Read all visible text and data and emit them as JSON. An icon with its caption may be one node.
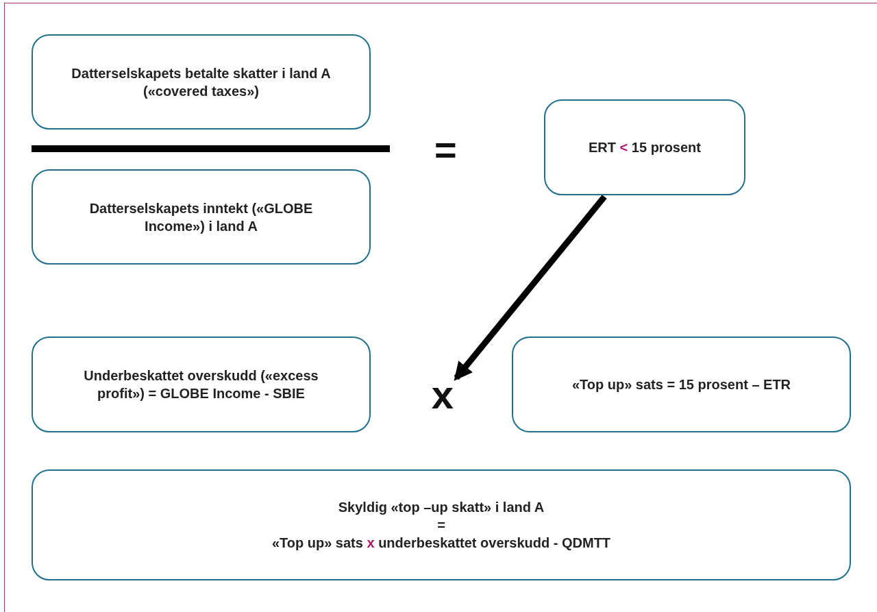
{
  "diagram": {
    "nodes": [
      {
        "text": [
          "Datterselskapets betalte skatter i land A («covered taxes»)"
        ]
      },
      {
        "text": [
          "Datterselskapets inntekt («GLOBE Income») i land A"
        ]
      },
      {
        "text": [
          "ERT **<** 15 prosent"
        ]
      },
      {
        "text": [
          "Underbeskattet overskudd («excess profit») = GLOBE Income - SBIE"
        ]
      },
      {
        "text": [
          "«Top up» sats = 15 prosent – ETR"
        ]
      },
      {
        "text": [
          "Skyldig «top –up skatt» i land A",
          "=",
          "«Top up» sats **x** underbeskattet overskudd - QDMTT"
        ]
      },
      {
        "text": [
          "x"
        ]
      }
    ],
    "edges": [
      {
        "from": 2,
        "to": 6,
        "arrow": "to"
      }
    ],
    "labels": [
      "="
    ]
  }
}
